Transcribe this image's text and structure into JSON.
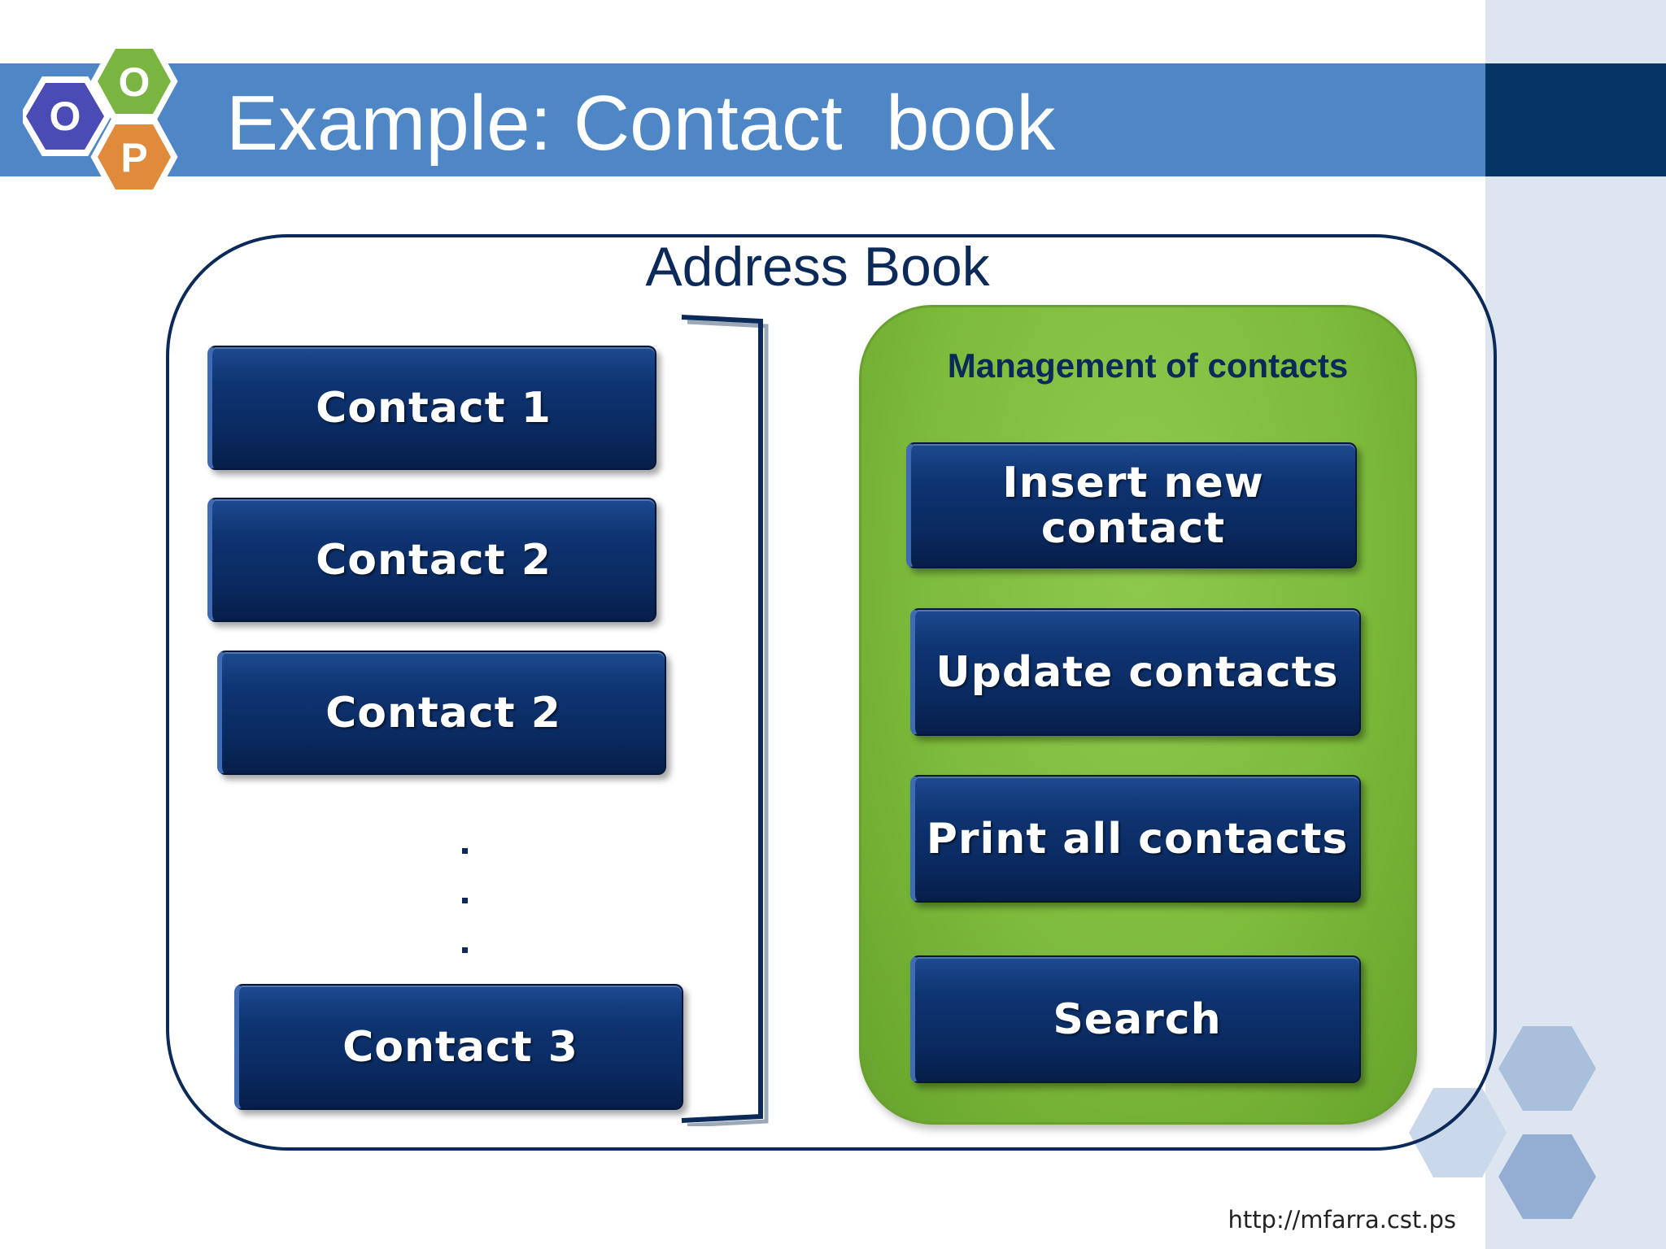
{
  "slide": {
    "title": "Example: Contact  book",
    "url": "http://mfarra.cst.ps"
  },
  "logo": {
    "letters": [
      "O",
      "O",
      "P"
    ],
    "colors": [
      "#4a4bb5",
      "#7ab542",
      "#e08a3c"
    ]
  },
  "diagram": {
    "title": "Address Book",
    "contacts": [
      "Contact 1",
      "Contact 2",
      "Contact 2",
      "Contact 3"
    ],
    "ellipsis_dots": [
      ".",
      ".",
      "."
    ],
    "management": {
      "title": "Management of contacts",
      "actions": [
        "Insert new contact",
        "Update contacts",
        "Print all contacts",
        "Search"
      ]
    }
  },
  "colors": {
    "title_bar": "#4f86c6",
    "title_bar_dark": "#043565",
    "side_panel": "#dde6f0",
    "navy_button": "#0e3472",
    "green_panel": "#7dbb3c",
    "frame": "#0b2a59"
  }
}
